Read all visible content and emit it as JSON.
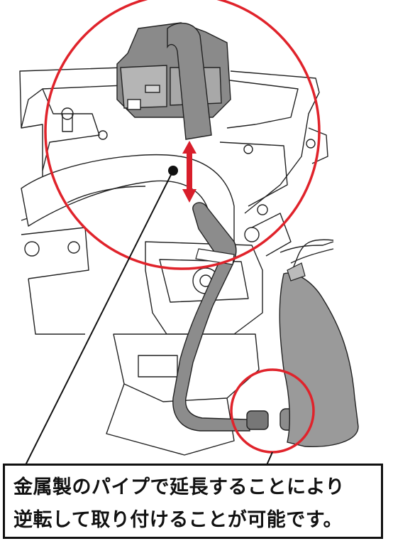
{
  "caption": {
    "line1": "金属製のパイプで延長することにより",
    "line2": "逆転して取り付けることが可能です。"
  },
  "colors": {
    "highlight_circle": "#e0232b",
    "arrow": "#d81e2b",
    "pipe_fill": "#8c8c8c",
    "duct_fill": "#9a9a9a",
    "line_art": "#222222"
  },
  "icons": [
    "double-headed-arrow",
    "pointer-dot"
  ]
}
